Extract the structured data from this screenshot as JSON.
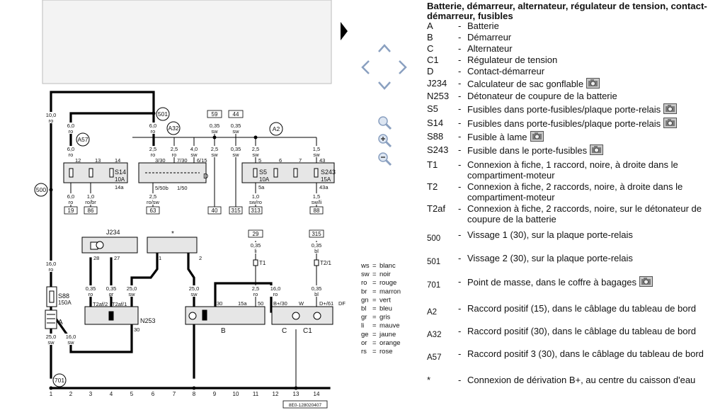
{
  "legend": {
    "title": "Batterie, démarreur, alternateur, régulateur de tension, contact-démarreur, fusibles",
    "dash": "-",
    "items": [
      {
        "code": "A",
        "desc": "Batterie",
        "camera": false
      },
      {
        "code": "B",
        "desc": "Démarreur",
        "camera": false
      },
      {
        "code": "C",
        "desc": "Alternateur",
        "camera": false
      },
      {
        "code": "C1",
        "desc": "Régulateur de tension",
        "camera": false
      },
      {
        "code": "D",
        "desc": "Contact-démarreur",
        "camera": false
      },
      {
        "code": "J234",
        "desc": "Calculateur de sac gonflable",
        "camera": true
      },
      {
        "code": "N253",
        "desc": "Détonateur de coupure de la batterie",
        "camera": false
      },
      {
        "code": "S5",
        "desc": "Fusibles dans porte-fusibles/plaque porte-relais",
        "camera": true
      },
      {
        "code": "S14",
        "desc": "Fusibles dans porte-fusibles/plaque porte-relais",
        "camera": true
      },
      {
        "code": "S88",
        "desc": "Fusible à lame",
        "camera": true
      },
      {
        "code": "S243",
        "desc": "Fusible dans le porte-fusibles",
        "camera": true
      },
      {
        "code": "T1",
        "desc": "Connexion à fiche, 1 raccord, noire, à droite dans le compartiment-moteur",
        "camera": false
      },
      {
        "code": "T2",
        "desc": "Connexion à fiche, 2 raccords, noire, à droite dans le compartiment-moteur",
        "camera": false
      },
      {
        "code": "T2af",
        "desc": "Connexion à fiche, 2 raccords, noire, sur le détonateur de coupure de la batterie",
        "camera": false
      },
      {
        "code": "500",
        "desc": "Vissage 1 (30), sur la plaque porte-relais",
        "camera": false
      },
      {
        "code": "501",
        "desc": "Vissage 2 (30), sur la plaque porte-relais",
        "camera": false
      },
      {
        "code": "701",
        "desc": "Point de masse, dans le coffre à bagages",
        "camera": true
      },
      {
        "code": "A2",
        "desc": "Raccord positif (15), dans le câblage du tableau de bord",
        "camera": false
      },
      {
        "code": "A32",
        "desc": "Raccord positif (30), dans le câblage du tableau de bord",
        "camera": false
      },
      {
        "code": "A57",
        "desc": "Raccord positif 3 (30), dans le câblage du tableau de bord",
        "camera": false
      },
      {
        "code": "*",
        "desc": "Connexion de dérivation B+, au centre du caisson d'eau",
        "camera": false
      }
    ]
  },
  "wire_colors": [
    {
      "abbr": "ws",
      "name": "blanc"
    },
    {
      "abbr": "sw",
      "name": "noir"
    },
    {
      "abbr": "ro",
      "name": "rouge"
    },
    {
      "abbr": "br",
      "name": "marron"
    },
    {
      "abbr": "gn",
      "name": "vert"
    },
    {
      "abbr": "bl",
      "name": "bleu"
    },
    {
      "abbr": "gr",
      "name": "gris"
    },
    {
      "abbr": "li",
      "name": "mauve"
    },
    {
      "abbr": "ge",
      "name": "jaune"
    },
    {
      "abbr": "or",
      "name": "orange"
    },
    {
      "abbr": "rs",
      "name": "rose"
    }
  ],
  "diagram": {
    "column_numbers": [
      "1",
      "2",
      "3",
      "4",
      "5",
      "6",
      "7",
      "8",
      "9",
      "10",
      "11",
      "12",
      "13",
      "14"
    ],
    "reference_code": "8E0-128020407",
    "nodes": {
      "n500": "500",
      "n501": "501",
      "n701": "701",
      "a57": "A57",
      "a32": "A32",
      "a2": "A2"
    },
    "top_terminals": {
      "t59": "59",
      "t44": "44",
      "t29": "29",
      "t315": "315"
    },
    "bottom_terminals": [
      "19",
      "86",
      "63",
      "40",
      "315",
      "313",
      "88"
    ],
    "components": {
      "s14": "S14",
      "s14_rating": "10A",
      "s5": "S5",
      "s5_rating": "10A",
      "s243": "S243",
      "s243_rating": "15A",
      "s88": "S88",
      "s88_rating": "150A",
      "d": "D",
      "j234": "J234",
      "star": "*",
      "n253": "N253",
      "a": "A",
      "b": "B",
      "c": "C",
      "c1": "C1",
      "t1": "T1",
      "t2_1": "T2/1",
      "t2af2": "T2af/2",
      "t2af1": "T2af/1"
    },
    "pins": {
      "s14_12": "12",
      "s14_13": "13",
      "s14_14": "14",
      "s14_14a": "14a",
      "d_330": "3/30",
      "d_730": "7/30",
      "d_615": "6/15",
      "d_550b": "5/50b",
      "d_150": "1/50",
      "s5_5": "5",
      "s5_6": "6",
      "s5_7": "7",
      "s5_43": "43",
      "s5_5a": "5a",
      "s5_43a": "43a",
      "j234_28": "28",
      "j234_27": "27",
      "st_1": "1",
      "st_2": "2",
      "n253_30": "30",
      "b_30": "30",
      "b_15a": "15a",
      "b_50": "50",
      "c_bp30": "B+/30",
      "c_w": "W",
      "c_d61": "D+/61",
      "c_df": "DF"
    },
    "wires": [
      {
        "id": "w1",
        "size": "10,0",
        "color": "ro"
      },
      {
        "id": "w2",
        "size": "6,0",
        "color": "ro"
      },
      {
        "id": "w3",
        "size": "6,0",
        "color": "ro"
      },
      {
        "id": "w4",
        "size": "6,0",
        "color": "ro"
      },
      {
        "id": "w5",
        "size": "0,35",
        "color": "sw"
      },
      {
        "id": "w6",
        "size": "0,35",
        "color": "sw"
      },
      {
        "id": "w7",
        "size": "2,5",
        "color": "ro"
      },
      {
        "id": "w8",
        "size": "2,5",
        "color": "ro"
      },
      {
        "id": "w9",
        "size": "4,0",
        "color": "sw"
      },
      {
        "id": "w10",
        "size": "2,5",
        "color": "sw"
      },
      {
        "id": "w11",
        "size": "0,35",
        "color": "sw"
      },
      {
        "id": "w12",
        "size": "2,5",
        "color": "sw"
      },
      {
        "id": "w13",
        "size": "1,5",
        "color": "sw"
      },
      {
        "id": "w14",
        "size": "6,0",
        "color": "ro"
      },
      {
        "id": "w15",
        "size": "1,0",
        "color": "ro/br"
      },
      {
        "id": "w16",
        "size": "2,5",
        "color": "ro/sw"
      },
      {
        "id": "w17",
        "size": "1,0",
        "color": "sw/ro"
      },
      {
        "id": "w18",
        "size": "1,5",
        "color": "sw/li"
      },
      {
        "id": "w19",
        "size": "0,35",
        "color": "li"
      },
      {
        "id": "w20",
        "size": "0,35",
        "color": "bl"
      },
      {
        "id": "w21",
        "size": "16,0",
        "color": "ro"
      },
      {
        "id": "w22",
        "size": "0,35",
        "color": "ro"
      },
      {
        "id": "w23",
        "size": "0,35",
        "color": "gr"
      },
      {
        "id": "w24",
        "size": "25,0",
        "color": "sw"
      },
      {
        "id": "w25",
        "size": "25,0",
        "color": "sw"
      },
      {
        "id": "w26",
        "size": "2,5",
        "color": "ro"
      },
      {
        "id": "w27",
        "size": "16,0",
        "color": "ro"
      },
      {
        "id": "w28",
        "size": "0,35",
        "color": "bl"
      },
      {
        "id": "w29",
        "size": "25,0",
        "color": "sw"
      },
      {
        "id": "w30",
        "size": "16,0",
        "color": "sw"
      }
    ]
  }
}
